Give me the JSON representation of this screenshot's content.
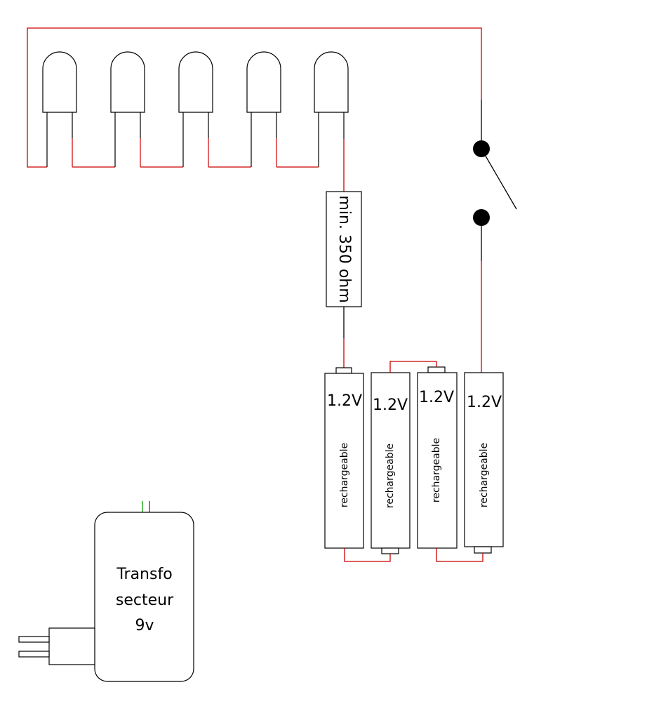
{
  "resistor": {
    "label": "min. 350 ohm"
  },
  "batteries": [
    {
      "voltage": "1.2V",
      "type": "rechargeable"
    },
    {
      "voltage": "1.2V",
      "type": "rechargeable"
    },
    {
      "voltage": "1.2V",
      "type": "rechargeable"
    },
    {
      "voltage": "1.2V",
      "type": "rechargeable"
    }
  ],
  "transformer": {
    "line1": "Transfo",
    "line2": "secteur",
    "line3": "9v"
  },
  "colors": {
    "wire_positive": "#cc0000",
    "wire_negative": "#000000",
    "wire_green": "#00a000"
  }
}
